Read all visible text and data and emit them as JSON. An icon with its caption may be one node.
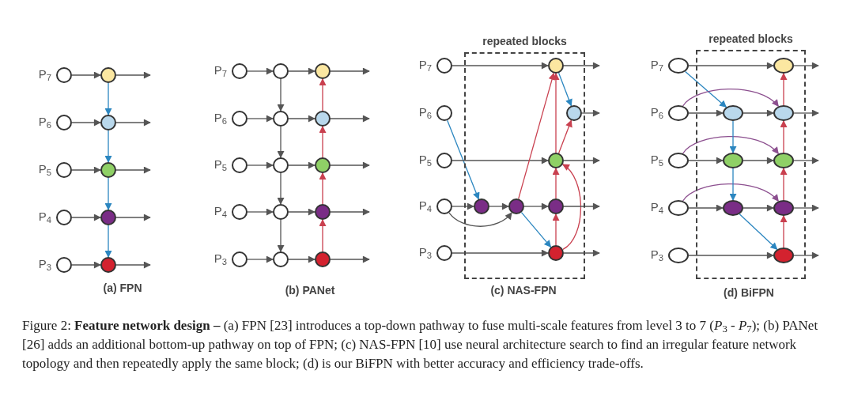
{
  "diagram": {
    "caption": "Figure 2: **Feature network design –** (a) FPN [23] introduces a top-down pathway to fuse multi-scale features from level 3 to 7 (*P*$_{3}$ - *P*$_{7}$); (b) PANet [26] adds an additional bottom-up pathway on top of FPN; (c) NAS-FPN [10] use neural architecture search to find an irregular feature network topology and then repeatedly apply the same block; (d) is our BiFPN with better accuracy and efficiency trade-offs.",
    "nodes": [
      {
        "text": [],
        "shape": "circle",
        "beside": [
          "P$_{7}$"
        ]
      },
      {
        "text": [],
        "shape": "circle",
        "beside": [
          "P$_{6}$"
        ]
      },
      {
        "text": [],
        "shape": "circle",
        "beside": [
          "P$_{5}$"
        ]
      },
      {
        "text": [],
        "shape": "circle",
        "beside": [
          "P$_{4}$"
        ]
      },
      {
        "text": [],
        "shape": "circle",
        "beside": [
          "P$_{3}$"
        ]
      },
      {
        "text": [],
        "shape": "circle"
      },
      {
        "text": [],
        "shape": "circle"
      },
      {
        "text": [],
        "shape": "circle"
      },
      {
        "text": [],
        "shape": "circle"
      },
      {
        "text": [],
        "shape": "circle"
      },
      {
        "text": [],
        "shape": "circle",
        "beside": [
          "P$_{7}$"
        ]
      },
      {
        "text": [],
        "shape": "circle",
        "beside": [
          "P$_{6}$"
        ]
      },
      {
        "text": [],
        "shape": "circle",
        "beside": [
          "P$_{5}$"
        ]
      },
      {
        "text": [],
        "shape": "circle",
        "beside": [
          "P$_{4}$"
        ]
      },
      {
        "text": [],
        "shape": "circle",
        "beside": [
          "P$_{3}$"
        ]
      },
      {
        "text": [],
        "shape": "circle"
      },
      {
        "text": [],
        "shape": "circle"
      },
      {
        "text": [],
        "shape": "circle"
      },
      {
        "text": [],
        "shape": "circle"
      },
      {
        "text": [],
        "shape": "circle"
      },
      {
        "text": [],
        "shape": "circle"
      },
      {
        "text": [],
        "shape": "circle"
      },
      {
        "text": [],
        "shape": "circle"
      },
      {
        "text": [],
        "shape": "circle"
      },
      {
        "text": [],
        "shape": "circle"
      },
      {
        "text": [
          "repeated blocks"
        ]
      },
      {
        "text": [],
        "shape": "circle",
        "beside": [
          "P$_{7}$"
        ]
      },
      {
        "text": [],
        "shape": "circle",
        "beside": [
          "P$_{6}$"
        ]
      },
      {
        "text": [],
        "shape": "circle",
        "beside": [
          "P$_{5}$"
        ]
      },
      {
        "text": [],
        "shape": "circle",
        "beside": [
          "P$_{4}$"
        ]
      },
      {
        "text": [],
        "shape": "circle",
        "beside": [
          "P$_{3}$"
        ]
      },
      {
        "text": [],
        "shape": "circle",
        "in": 25
      },
      {
        "text": [],
        "shape": "circle",
        "in": 25
      },
      {
        "text": [],
        "shape": "circle",
        "in": 25
      },
      {
        "text": [],
        "shape": "circle",
        "in": 25
      },
      {
        "text": [],
        "shape": "circle",
        "in": 25
      },
      {
        "text": [],
        "shape": "circle",
        "in": 25
      },
      {
        "text": [],
        "shape": "circle",
        "in": 25
      },
      {
        "text": [
          "repeated blocks"
        ]
      },
      {
        "text": [],
        "shape": "circle",
        "beside": [
          "P$_{7}$"
        ]
      },
      {
        "text": [],
        "shape": "circle",
        "beside": [
          "P$_{6}$"
        ]
      },
      {
        "text": [],
        "shape": "circle",
        "beside": [
          "P$_{5}$"
        ]
      },
      {
        "text": [],
        "shape": "circle",
        "beside": [
          "P$_{4}$"
        ]
      },
      {
        "text": [],
        "shape": "circle",
        "beside": [
          "P$_{3}$"
        ]
      },
      {
        "text": [],
        "shape": "circle",
        "in": 38
      },
      {
        "text": [],
        "shape": "circle",
        "in": 38
      },
      {
        "text": [],
        "shape": "circle",
        "in": 38
      },
      {
        "text": [],
        "shape": "circle",
        "in": 38
      },
      {
        "text": [],
        "shape": "circle",
        "in": 38
      },
      {
        "text": [],
        "shape": "circle",
        "in": 38
      },
      {
        "text": [],
        "shape": "circle",
        "in": 38
      },
      {
        "text": [],
        "shape": "circle",
        "in": 38
      }
    ],
    "edges": [
      {
        "from": 0,
        "to": 5,
        "arrow": "to"
      },
      {
        "from": 1,
        "to": 6,
        "arrow": "to"
      },
      {
        "from": 2,
        "to": 7,
        "arrow": "to"
      },
      {
        "from": 3,
        "to": 8,
        "arrow": "to"
      },
      {
        "from": 4,
        "to": 9,
        "arrow": "to"
      },
      {
        "from": 5,
        "to": 6,
        "arrow": "to",
        "color": "#2b86c0"
      },
      {
        "from": 6,
        "to": 7,
        "arrow": "to",
        "color": "#2b86c0"
      },
      {
        "from": 7,
        "to": 8,
        "arrow": "to",
        "color": "#2b86c0"
      },
      {
        "from": 8,
        "to": 9,
        "arrow": "to",
        "color": "#2b86c0"
      },
      {
        "from": 5,
        "to": null,
        "arrow": "to"
      },
      {
        "from": 6,
        "to": null,
        "arrow": "to"
      },
      {
        "from": 7,
        "to": null,
        "arrow": "to"
      },
      {
        "from": 8,
        "to": null,
        "arrow": "to"
      },
      {
        "from": 9,
        "to": null,
        "arrow": "to"
      },
      {
        "from": 10,
        "to": 15,
        "arrow": "to"
      },
      {
        "from": 11,
        "to": 16,
        "arrow": "to"
      },
      {
        "from": 12,
        "to": 17,
        "arrow": "to"
      },
      {
        "from": 13,
        "to": 18,
        "arrow": "to"
      },
      {
        "from": 14,
        "to": 19,
        "arrow": "to"
      },
      {
        "from": 15,
        "to": 20,
        "arrow": "to"
      },
      {
        "from": 16,
        "to": 21,
        "arrow": "to"
      },
      {
        "from": 17,
        "to": 22,
        "arrow": "to"
      },
      {
        "from": 18,
        "to": 23,
        "arrow": "to"
      },
      {
        "from": 19,
        "to": 24,
        "arrow": "to"
      },
      {
        "from": 15,
        "to": 16,
        "arrow": "to"
      },
      {
        "from": 16,
        "to": 17,
        "arrow": "to"
      },
      {
        "from": 17,
        "to": 18,
        "arrow": "to"
      },
      {
        "from": 18,
        "to": 19,
        "arrow": "to"
      },
      {
        "from": 24,
        "to": 23,
        "arrow": "to",
        "color": "#c9404f"
      },
      {
        "from": 23,
        "to": 22,
        "arrow": "to",
        "color": "#c9404f"
      },
      {
        "from": 22,
        "to": 21,
        "arrow": "to",
        "color": "#c9404f"
      },
      {
        "from": 21,
        "to": 20,
        "arrow": "to",
        "color": "#c9404f"
      },
      {
        "from": 20,
        "to": null,
        "arrow": "to"
      },
      {
        "from": 21,
        "to": null,
        "arrow": "to"
      },
      {
        "from": 22,
        "to": null,
        "arrow": "to"
      },
      {
        "from": 23,
        "to": null,
        "arrow": "to"
      },
      {
        "from": 24,
        "to": null,
        "arrow": "to"
      },
      {
        "from": 26,
        "to": 31,
        "arrow": "to"
      },
      {
        "from": 27,
        "to": 34,
        "arrow": "to",
        "color": "#2b86c0"
      },
      {
        "from": 28,
        "to": 33,
        "arrow": "to"
      },
      {
        "from": 29,
        "to": 34,
        "arrow": "to"
      },
      {
        "from": 29,
        "to": 35,
        "arrow": "to"
      },
      {
        "from": 30,
        "to": 37,
        "arrow": "to"
      },
      {
        "from": 34,
        "to": 35,
        "arrow": "to"
      },
      {
        "from": 35,
        "to": 36,
        "arrow": "to"
      },
      {
        "from": 35,
        "to": 31,
        "arrow": "to",
        "color": "#c9404f"
      },
      {
        "from": 35,
        "to": 37,
        "arrow": "to",
        "color": "#2b86c0"
      },
      {
        "from": 37,
        "to": 36,
        "arrow": "to",
        "color": "#c9404f"
      },
      {
        "from": 37,
        "to": 33,
        "arrow": "to",
        "color": "#c9404f"
      },
      {
        "from": 36,
        "to": 33,
        "arrow": "to",
        "color": "#c9404f"
      },
      {
        "from": 33,
        "to": 31,
        "arrow": "to",
        "color": "#c9404f"
      },
      {
        "from": 33,
        "to": 32,
        "arrow": "to",
        "color": "#c9404f"
      },
      {
        "from": 31,
        "to": 32,
        "arrow": "to",
        "color": "#2b86c0"
      },
      {
        "from": 31,
        "to": null,
        "arrow": "to"
      },
      {
        "from": 32,
        "to": null,
        "arrow": "to"
      },
      {
        "from": 33,
        "to": null,
        "arrow": "to"
      },
      {
        "from": 36,
        "to": null,
        "arrow": "to"
      },
      {
        "from": 37,
        "to": null,
        "arrow": "to"
      },
      {
        "from": 39,
        "to": 47,
        "arrow": "to"
      },
      {
        "from": 39,
        "to": 44,
        "arrow": "to",
        "color": "#2b86c0"
      },
      {
        "from": 40,
        "to": 44,
        "arrow": "to"
      },
      {
        "from": 40,
        "to": 48,
        "arrow": "to",
        "color": "#8c4f8f"
      },
      {
        "from": 41,
        "to": 45,
        "arrow": "to"
      },
      {
        "from": 41,
        "to": 49,
        "arrow": "to",
        "color": "#8c4f8f"
      },
      {
        "from": 42,
        "to": 46,
        "arrow": "to"
      },
      {
        "from": 42,
        "to": 50,
        "arrow": "to",
        "color": "#8c4f8f"
      },
      {
        "from": 43,
        "to": 51,
        "arrow": "to"
      },
      {
        "from": 44,
        "to": 45,
        "arrow": "to",
        "color": "#2b86c0"
      },
      {
        "from": 45,
        "to": 46,
        "arrow": "to",
        "color": "#2b86c0"
      },
      {
        "from": 46,
        "to": 51,
        "arrow": "to",
        "color": "#2b86c0"
      },
      {
        "from": 44,
        "to": 48,
        "arrow": "to"
      },
      {
        "from": 45,
        "to": 49,
        "arrow": "to"
      },
      {
        "from": 46,
        "to": 50,
        "arrow": "to"
      },
      {
        "from": 51,
        "to": 50,
        "arrow": "to",
        "color": "#c9404f"
      },
      {
        "from": 50,
        "to": 49,
        "arrow": "to",
        "color": "#c9404f"
      },
      {
        "from": 49,
        "to": 48,
        "arrow": "to",
        "color": "#c9404f"
      },
      {
        "from": 48,
        "to": 47,
        "arrow": "to",
        "color": "#c9404f"
      },
      {
        "from": 47,
        "to": null,
        "arrow": "to"
      },
      {
        "from": 48,
        "to": null,
        "arrow": "to"
      },
      {
        "from": 49,
        "to": null,
        "arrow": "to"
      },
      {
        "from": 50,
        "to": null,
        "arrow": "to"
      },
      {
        "from": 51,
        "to": null,
        "arrow": "to"
      }
    ],
    "labels": [
      "(a) FPN",
      "(b) PANet",
      "(c) NAS-FPN",
      "(d) BiFPN"
    ]
  }
}
